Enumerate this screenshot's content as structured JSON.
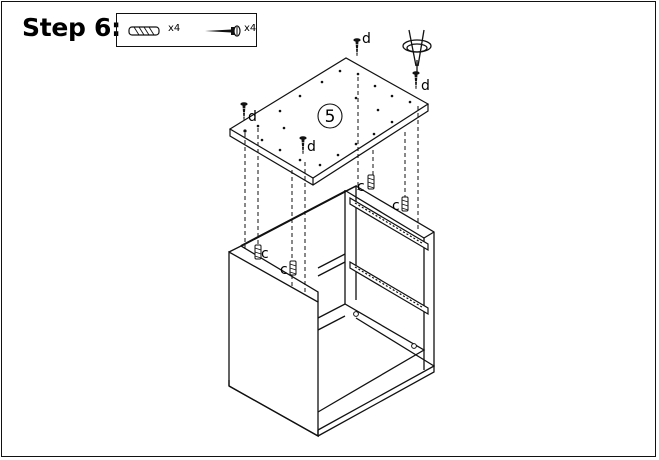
{
  "header": {
    "step_title": "Step 6:"
  },
  "parts": [
    {
      "icon": "wooden-dowel-icon",
      "qty": "x4"
    },
    {
      "icon": "screw-icon",
      "qty": "x4"
    }
  ],
  "callouts": {
    "screw": "d",
    "dowel": "c",
    "panel_number": "5"
  },
  "colors": {
    "line": "#111111",
    "background": "#ffffff"
  }
}
